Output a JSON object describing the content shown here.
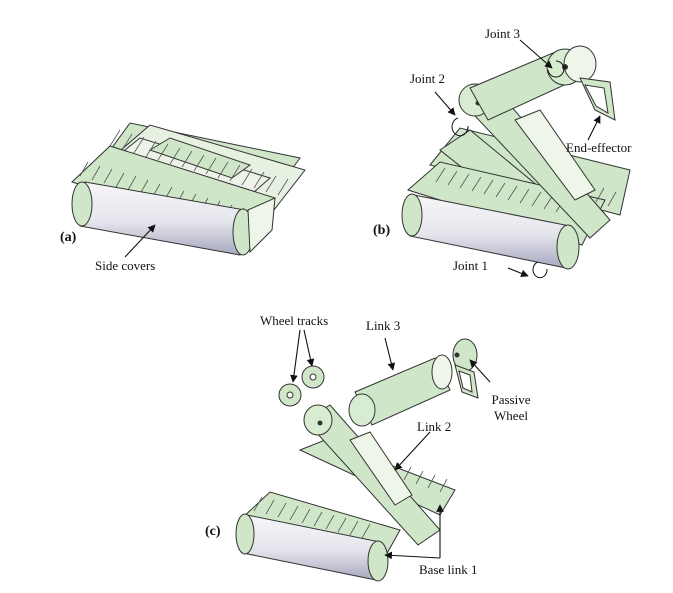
{
  "figure": {
    "panels": [
      {
        "id": "a",
        "label": "(a)"
      },
      {
        "id": "b",
        "label": "(b)"
      },
      {
        "id": "c",
        "label": "(c)"
      }
    ],
    "callouts": {
      "side_covers": "Side covers",
      "joint_1": "Joint 1",
      "joint_2": "Joint 2",
      "joint_3": "Joint 3",
      "end_effector": "End-effector",
      "wheel_tracks": "Wheel tracks",
      "link_3": "Link 3",
      "link_2": "Link 2",
      "passive_wheel_line1": "Passive",
      "passive_wheel_line2": "Wheel",
      "base_link_1": "Base link 1"
    },
    "colors": {
      "track_green": "#cfe6c8",
      "tread_light": "#eef6ea",
      "cylinder_top": "#f5f5f7",
      "cylinder_bottom": "#a9a9c2",
      "outline": "#333333"
    }
  }
}
